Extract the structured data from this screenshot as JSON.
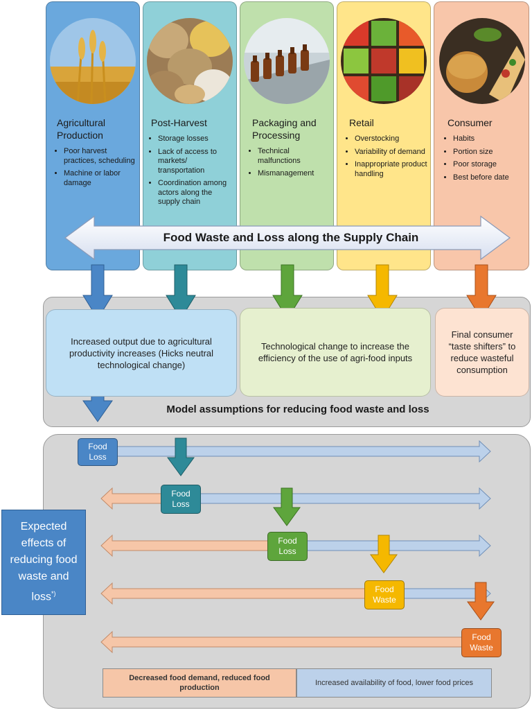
{
  "stages": [
    {
      "title": "Agricultural\nProduction",
      "bullets": [
        "Poor harvest practices, scheduling",
        "Machine or labor damage"
      ],
      "color": "#6aa8dd",
      "image": "wheat-field-photo"
    },
    {
      "title": "Post-Harvest",
      "bullets": [
        "Storage losses",
        "Lack of access to markets/ transportation",
        "Coordination among actors along the supply chain"
      ],
      "color": "#8fd0d8",
      "image": "grain-sacks-photo"
    },
    {
      "title": "Packaging and\nProcessing",
      "bullets": [
        "Technical malfunctions",
        "Mismanagement"
      ],
      "color": "#bfe0ac",
      "image": "bottling-line-photo"
    },
    {
      "title": "Retail",
      "bullets": [
        "Overstocking",
        "Variability of demand",
        "Inappropriate product handling"
      ],
      "color": "#ffe58a",
      "image": "produce-crates-photo"
    },
    {
      "title": "Consumer",
      "bullets": [
        "Habits",
        "Portion size",
        "Poor storage",
        "Best before date"
      ],
      "color": "#f8c6aa",
      "image": "burger-meal-photo"
    }
  ],
  "chain_banner": "Food Waste and Loss along the Supply Chain",
  "assumptions": {
    "title": "Model assumptions for reducing food waste and loss",
    "boxes": [
      "Increased output due to agricultural productivity increases (Hicks neutral technological change)",
      "Technological change to increase the efficiency of the use of agri-food inputs",
      "Final consumer “taste shifters” to reduce wasteful consumption"
    ]
  },
  "effects": {
    "label": "Expected effects of reducing food waste and loss",
    "footnote_mark": "*)",
    "rows": [
      {
        "badge_line1": "Food",
        "badge_line2": "Loss",
        "color": "#4a86c6"
      },
      {
        "badge_line1": "Food",
        "badge_line2": "Loss",
        "color": "#2e8a98"
      },
      {
        "badge_line1": "Food",
        "badge_line2": "Loss",
        "color": "#5ea53c"
      },
      {
        "badge_line1": "Food",
        "badge_line2": "Waste",
        "color": "#f0b400"
      },
      {
        "badge_line1": "Food",
        "badge_line2": "Waste",
        "color": "#e8772e"
      }
    ],
    "legend_left": "Decreased food demand, reduced food production",
    "legend_right": "Increased availability of food, lower food prices"
  },
  "colors": {
    "blue": "#4a86c6",
    "teal": "#2e8a98",
    "green": "#5ea53c",
    "yellow": "#f5b800",
    "orange": "#e8772e",
    "arrow_blue": "#bcd1ea",
    "arrow_peach": "#f6c6a8",
    "effects_label_bg": "#4a86c6"
  }
}
